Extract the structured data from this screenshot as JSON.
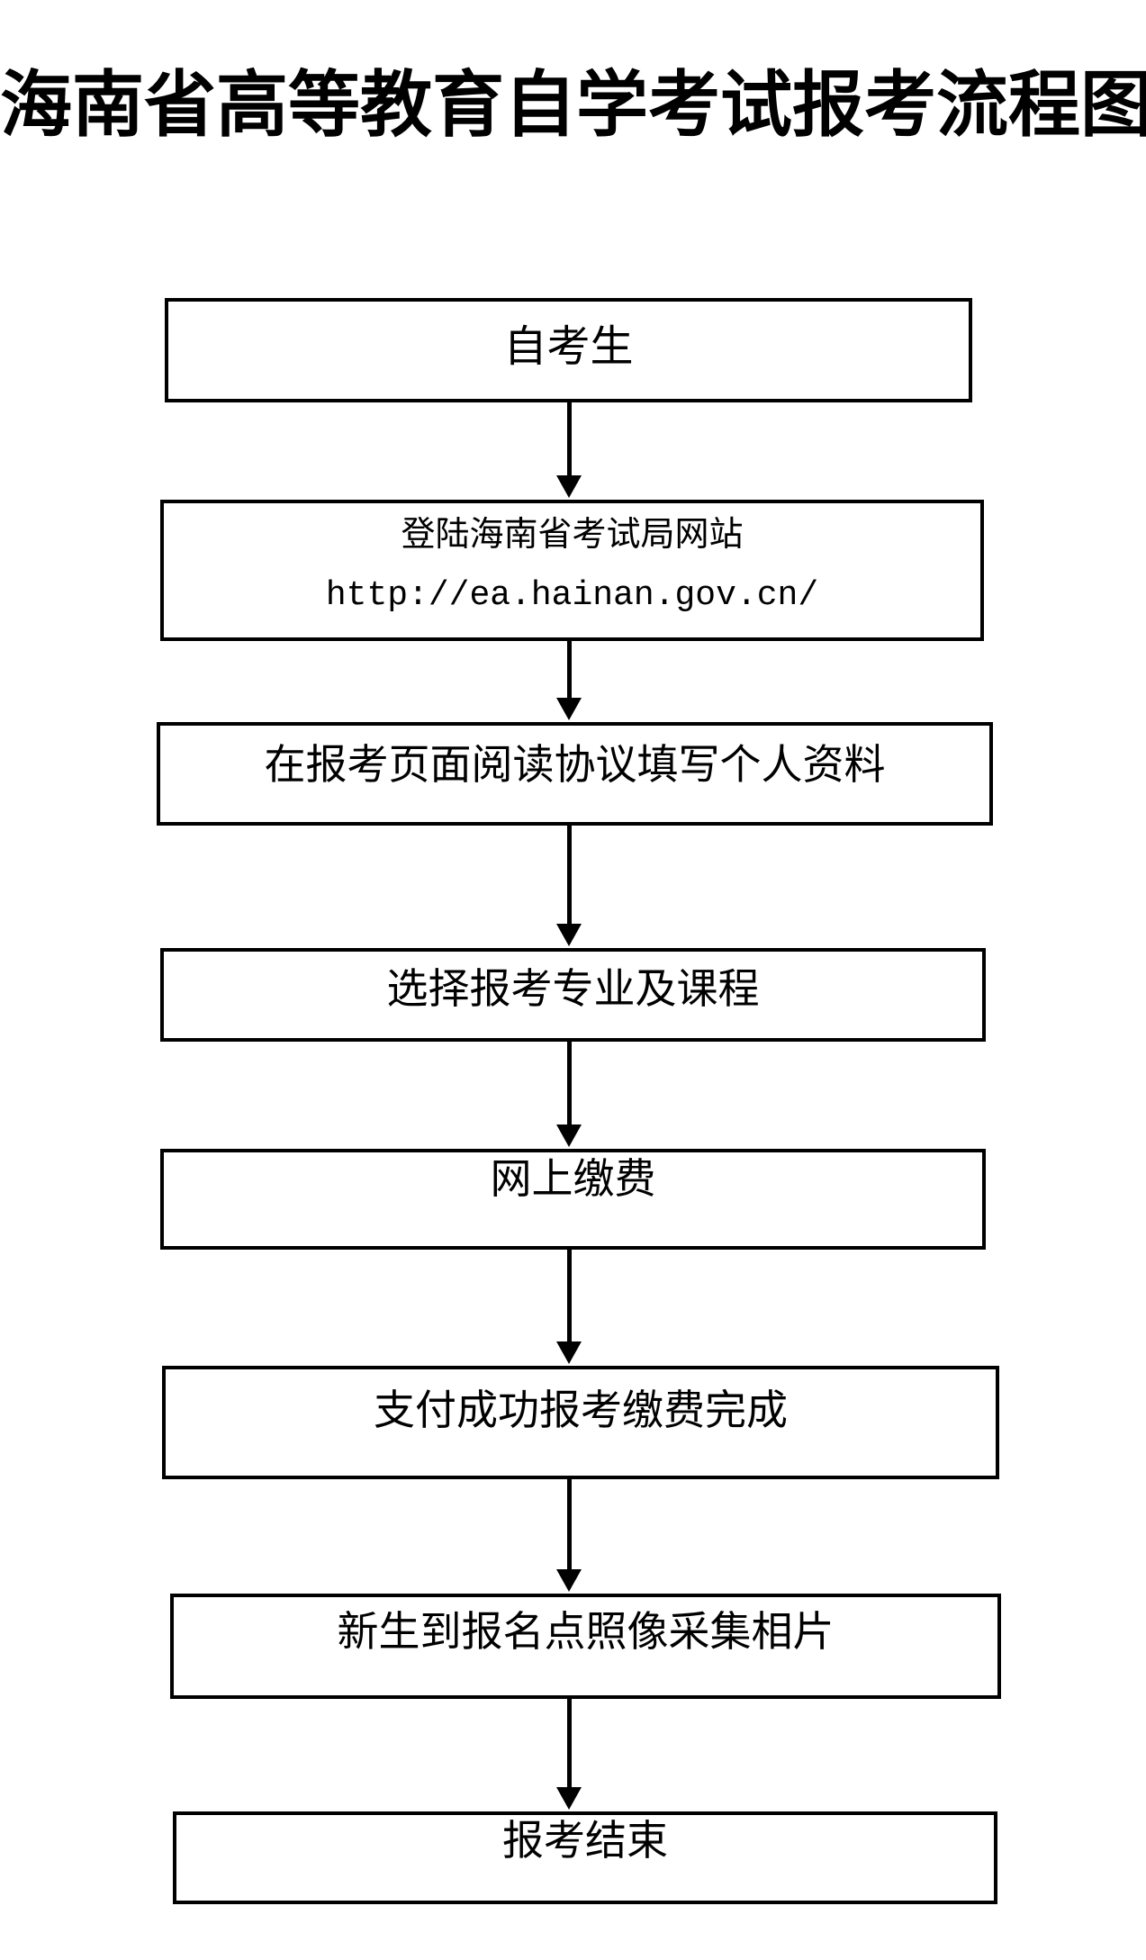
{
  "title": "海南省高等教育自学考试报考流程图",
  "colors": {
    "background": "#ffffff",
    "text": "#000000",
    "box_border": "#000000",
    "arrow": "#000000"
  },
  "flowchart": {
    "arrow_icon": "arrow-down",
    "steps": [
      {
        "label": "自考生"
      },
      {
        "label": "登陆海南省考试局网站",
        "url": "http://ea.hainan.gov.cn/"
      },
      {
        "label": "在报考页面阅读协议填写个人资料"
      },
      {
        "label": "选择报考专业及课程"
      },
      {
        "label": "网上缴费"
      },
      {
        "label": "支付成功报考缴费完成"
      },
      {
        "label": "新生到报名点照像采集相片"
      },
      {
        "label": "报考结束"
      }
    ]
  }
}
